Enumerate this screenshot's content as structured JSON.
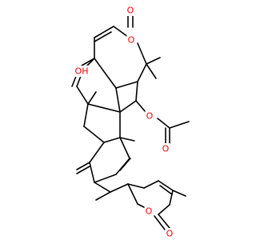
{
  "figure": {
    "background": "#ffffff",
    "bond_color": "#000000",
    "oxygen_color": "#ff0000"
  },
  "atoms": [
    {
      "id": "o_carbonyl_top",
      "text": "O",
      "color": "#ff0000"
    },
    {
      "id": "o_ring_top",
      "text": "O",
      "color": "#ff0000"
    },
    {
      "id": "o_hydroxyl",
      "text": "OH",
      "color": "#ff0000"
    },
    {
      "id": "o_ester",
      "text": "O",
      "color": "#ff0000"
    },
    {
      "id": "o_acetyl",
      "text": "O",
      "color": "#ff0000"
    },
    {
      "id": "o_lactone_ring",
      "text": "O",
      "color": "#ff0000"
    },
    {
      "id": "o_lactone_carbonyl",
      "text": "O",
      "color": "#ff0000"
    }
  ]
}
